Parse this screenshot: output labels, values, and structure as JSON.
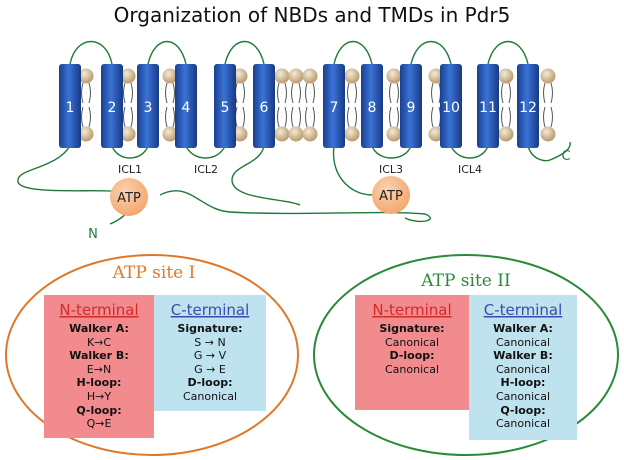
{
  "title": "Organization of NBDs and TMDs in Pdr5",
  "helices": [
    "1",
    "2",
    "3",
    "4",
    "5",
    "6",
    "7",
    "8",
    "9",
    "10",
    "11",
    "12"
  ],
  "loop_labels": [
    "ICL1",
    "ICL2",
    "ICL3",
    "ICL4"
  ],
  "terminal_labels": {
    "n": "N",
    "c": "C"
  },
  "atp_labels": [
    "ATP",
    "ATP"
  ],
  "site1": {
    "title": "ATP site I",
    "n_header": "N-terminal",
    "c_header": "C-terminal",
    "n_lines": [
      {
        "text": "Walker A:",
        "bold": true
      },
      {
        "text": "K→C",
        "bold": false
      },
      {
        "text": "Walker B:",
        "bold": true
      },
      {
        "text": "E→N",
        "bold": false
      },
      {
        "text": "H-loop:",
        "bold": true
      },
      {
        "text": "H→Y",
        "bold": false
      },
      {
        "text": "Q-loop:",
        "bold": true
      },
      {
        "text": "Q→E",
        "bold": false
      }
    ],
    "c_lines": [
      {
        "text": "Signature:",
        "bold": true
      },
      {
        "text": "S → N",
        "bold": false
      },
      {
        "text": "G → V",
        "bold": false
      },
      {
        "text": "G → E",
        "bold": false
      },
      {
        "text": "D-loop:",
        "bold": true
      },
      {
        "text": "Canonical",
        "bold": false
      }
    ]
  },
  "site2": {
    "title": "ATP site II",
    "n_header": "N-terminal",
    "c_header": "C-terminal",
    "n_lines": [
      {
        "text": "Signature:",
        "bold": true
      },
      {
        "text": "Canonical",
        "bold": false
      },
      {
        "text": "D-loop:",
        "bold": true
      },
      {
        "text": "Canonical",
        "bold": false
      }
    ],
    "c_lines": [
      {
        "text": "Walker A:",
        "bold": true
      },
      {
        "text": "Canonical",
        "bold": false
      },
      {
        "text": "Walker B:",
        "bold": true
      },
      {
        "text": "Canonical",
        "bold": false
      },
      {
        "text": "H-loop:",
        "bold": true
      },
      {
        "text": "Canonical",
        "bold": false
      },
      {
        "text": "Q-loop:",
        "bold": true
      },
      {
        "text": "Canonical",
        "bold": false
      }
    ]
  },
  "colors": {
    "helix": "#2255b5",
    "lipid": "#d9c4a2",
    "atp": "#f7b98a",
    "loop": "#1f7a3a",
    "site1_oval": "#e0782a",
    "site2_oval": "#2a8a3a",
    "n_box": "#f28b8e",
    "c_box": "#bfe3ee",
    "n_header": "#d12b2b",
    "c_header": "#3a4bb0"
  }
}
